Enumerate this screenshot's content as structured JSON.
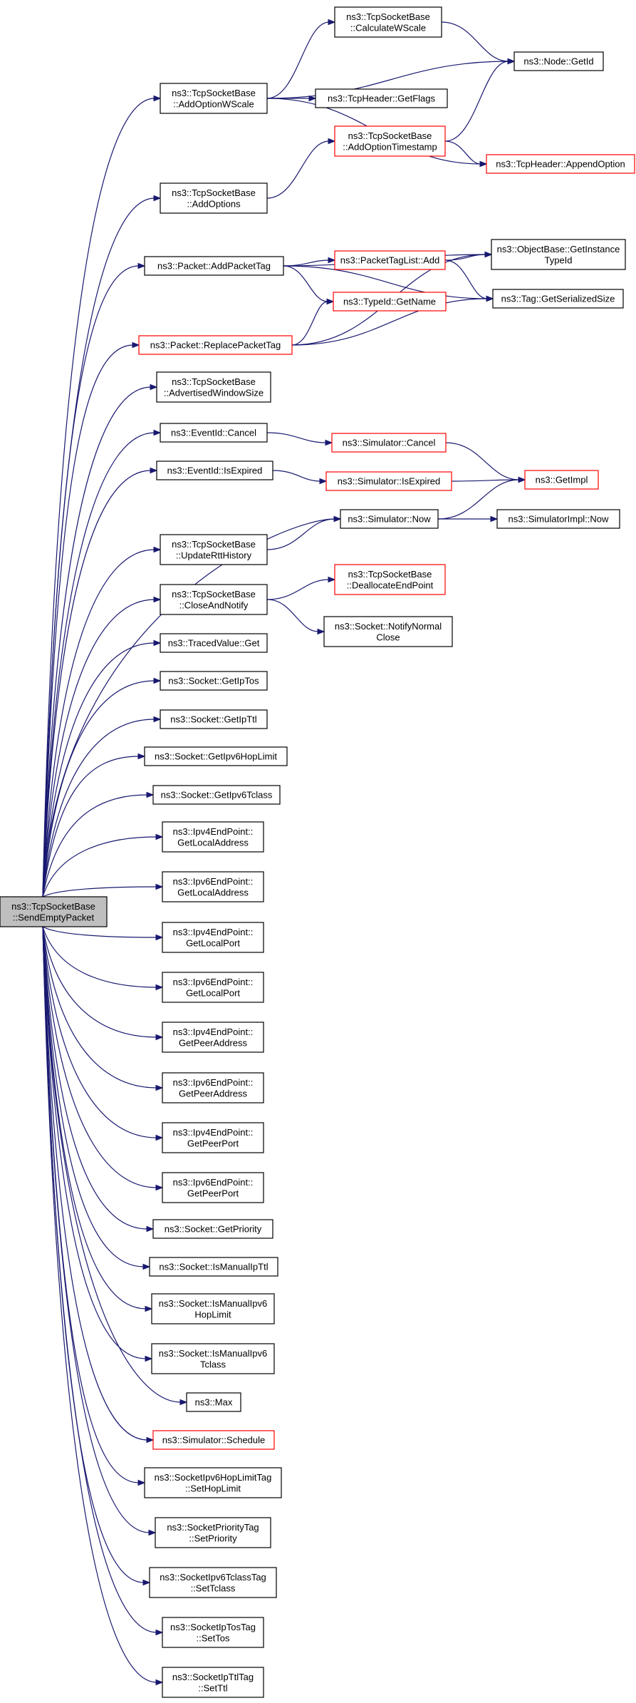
{
  "nodes": [
    {
      "id": "root",
      "lines": [
        "ns3::TcpSocketBase",
        "::SendEmptyPacket"
      ],
      "style": "root"
    },
    {
      "id": "addOptionWScale",
      "lines": [
        "ns3::TcpSocketBase",
        "::AddOptionWScale"
      ]
    },
    {
      "id": "calculateWScale",
      "lines": [
        "ns3::TcpSocketBase",
        "::CalculateWScale"
      ]
    },
    {
      "id": "nodeGetId",
      "lines": [
        "ns3::Node::GetId"
      ]
    },
    {
      "id": "getFlags",
      "lines": [
        "ns3::TcpHeader::GetFlags"
      ]
    },
    {
      "id": "addOptionTimestamp",
      "lines": [
        "ns3::TcpSocketBase",
        "::AddOptionTimestamp"
      ],
      "style": "red"
    },
    {
      "id": "appendOption",
      "lines": [
        "ns3::TcpHeader::AppendOption"
      ],
      "style": "red"
    },
    {
      "id": "addOptions",
      "lines": [
        "ns3::TcpSocketBase",
        "::AddOptions"
      ]
    },
    {
      "id": "addPacketTag",
      "lines": [
        "ns3::Packet::AddPacketTag"
      ]
    },
    {
      "id": "packetTagListAdd",
      "lines": [
        "ns3::PacketTagList::Add"
      ],
      "style": "red"
    },
    {
      "id": "getInstanceTypeId",
      "lines": [
        "ns3::ObjectBase::GetInstance",
        "TypeId"
      ]
    },
    {
      "id": "getSerializedSize",
      "lines": [
        "ns3::Tag::GetSerializedSize"
      ]
    },
    {
      "id": "replacePacketTag",
      "lines": [
        "ns3::Packet::ReplacePacketTag"
      ],
      "style": "red"
    },
    {
      "id": "typeIdGetName",
      "lines": [
        "ns3::TypeId::GetName"
      ],
      "style": "red"
    },
    {
      "id": "advertisedWindowSize",
      "lines": [
        "ns3::TcpSocketBase",
        "::AdvertisedWindowSize"
      ]
    },
    {
      "id": "eventIdCancel",
      "lines": [
        "ns3::EventId::Cancel"
      ]
    },
    {
      "id": "simulatorCancel",
      "lines": [
        "ns3::Simulator::Cancel"
      ],
      "style": "red"
    },
    {
      "id": "eventIdIsExpired",
      "lines": [
        "ns3::EventId::IsExpired"
      ]
    },
    {
      "id": "simulatorIsExpired",
      "lines": [
        "ns3::Simulator::IsExpired"
      ],
      "style": "red"
    },
    {
      "id": "getImpl",
      "lines": [
        "ns3::GetImpl"
      ],
      "style": "red"
    },
    {
      "id": "simulatorNow",
      "lines": [
        "ns3::Simulator::Now"
      ]
    },
    {
      "id": "simulatorImplNow",
      "lines": [
        "ns3::SimulatorImpl::Now"
      ]
    },
    {
      "id": "updateRttHistory",
      "lines": [
        "ns3::TcpSocketBase",
        "::UpdateRttHistory"
      ]
    },
    {
      "id": "closeAndNotify",
      "lines": [
        "ns3::TcpSocketBase",
        "::CloseAndNotify"
      ]
    },
    {
      "id": "deallocateEndPoint",
      "lines": [
        "ns3::TcpSocketBase",
        "::DeallocateEndPoint"
      ],
      "style": "red"
    },
    {
      "id": "notifyNormalClose",
      "lines": [
        "ns3::Socket::NotifyNormal",
        "Close"
      ]
    },
    {
      "id": "tracedValueGet",
      "lines": [
        "ns3::TracedValue::Get"
      ]
    },
    {
      "id": "getIpTos",
      "lines": [
        "ns3::Socket::GetIpTos"
      ]
    },
    {
      "id": "getIpTtl",
      "lines": [
        "ns3::Socket::GetIpTtl"
      ]
    },
    {
      "id": "getIpv6HopLimit",
      "lines": [
        "ns3::Socket::GetIpv6HopLimit"
      ]
    },
    {
      "id": "getIpv6Tclass",
      "lines": [
        "ns3::Socket::GetIpv6Tclass"
      ]
    },
    {
      "id": "ipv4GetLocalAddress",
      "lines": [
        "ns3::Ipv4EndPoint::",
        "GetLocalAddress"
      ]
    },
    {
      "id": "ipv6GetLocalAddress",
      "lines": [
        "ns3::Ipv6EndPoint::",
        "GetLocalAddress"
      ]
    },
    {
      "id": "ipv4GetLocalPort",
      "lines": [
        "ns3::Ipv4EndPoint::",
        "GetLocalPort"
      ]
    },
    {
      "id": "ipv6GetLocalPort",
      "lines": [
        "ns3::Ipv6EndPoint::",
        "GetLocalPort"
      ]
    },
    {
      "id": "ipv4GetPeerAddress",
      "lines": [
        "ns3::Ipv4EndPoint::",
        "GetPeerAddress"
      ]
    },
    {
      "id": "ipv6GetPeerAddress",
      "lines": [
        "ns3::Ipv6EndPoint::",
        "GetPeerAddress"
      ]
    },
    {
      "id": "ipv4GetPeerPort",
      "lines": [
        "ns3::Ipv4EndPoint::",
        "GetPeerPort"
      ]
    },
    {
      "id": "ipv6GetPeerPort",
      "lines": [
        "ns3::Ipv6EndPoint::",
        "GetPeerPort"
      ]
    },
    {
      "id": "getPriority",
      "lines": [
        "ns3::Socket::GetPriority"
      ]
    },
    {
      "id": "isManualIpTtl",
      "lines": [
        "ns3::Socket::IsManualIpTtl"
      ]
    },
    {
      "id": "isManualIpv6HopLimit",
      "lines": [
        "ns3::Socket::IsManualIpv6",
        "HopLimit"
      ]
    },
    {
      "id": "isManualIpv6Tclass",
      "lines": [
        "ns3::Socket::IsManualIpv6",
        "Tclass"
      ]
    },
    {
      "id": "max",
      "lines": [
        "ns3::Max"
      ]
    },
    {
      "id": "simulatorSchedule",
      "lines": [
        "ns3::Simulator::Schedule"
      ],
      "style": "red"
    },
    {
      "id": "setHopLimit",
      "lines": [
        "ns3::SocketIpv6HopLimitTag",
        "::SetHopLimit"
      ]
    },
    {
      "id": "setPriority",
      "lines": [
        "ns3::SocketPriorityTag",
        "::SetPriority"
      ]
    },
    {
      "id": "setTclass",
      "lines": [
        "ns3::SocketIpv6TclassTag",
        "::SetTclass"
      ]
    },
    {
      "id": "setTos",
      "lines": [
        "ns3::SocketIpTosTag",
        "::SetTos"
      ]
    },
    {
      "id": "setTtl",
      "lines": [
        "ns3::SocketIpTtlTag",
        "::SetTtl"
      ]
    }
  ],
  "edges": [
    [
      "root",
      "addOptionWScale"
    ],
    [
      "root",
      "addOptions"
    ],
    [
      "root",
      "addPacketTag"
    ],
    [
      "root",
      "replacePacketTag"
    ],
    [
      "root",
      "advertisedWindowSize"
    ],
    [
      "root",
      "eventIdCancel"
    ],
    [
      "root",
      "eventIdIsExpired"
    ],
    [
      "root",
      "simulatorNow"
    ],
    [
      "root",
      "updateRttHistory"
    ],
    [
      "root",
      "closeAndNotify"
    ],
    [
      "root",
      "tracedValueGet"
    ],
    [
      "root",
      "getIpTos"
    ],
    [
      "root",
      "getIpTtl"
    ],
    [
      "root",
      "getIpv6HopLimit"
    ],
    [
      "root",
      "getIpv6Tclass"
    ],
    [
      "root",
      "ipv4GetLocalAddress"
    ],
    [
      "root",
      "ipv6GetLocalAddress"
    ],
    [
      "root",
      "ipv4GetLocalPort"
    ],
    [
      "root",
      "ipv6GetLocalPort"
    ],
    [
      "root",
      "ipv4GetPeerAddress"
    ],
    [
      "root",
      "ipv6GetPeerAddress"
    ],
    [
      "root",
      "ipv4GetPeerPort"
    ],
    [
      "root",
      "ipv6GetPeerPort"
    ],
    [
      "root",
      "getPriority"
    ],
    [
      "root",
      "isManualIpTtl"
    ],
    [
      "root",
      "isManualIpv6HopLimit"
    ],
    [
      "root",
      "isManualIpv6Tclass"
    ],
    [
      "root",
      "max"
    ],
    [
      "root",
      "simulatorSchedule"
    ],
    [
      "root",
      "setHopLimit"
    ],
    [
      "root",
      "setPriority"
    ],
    [
      "root",
      "setTclass"
    ],
    [
      "root",
      "setTos"
    ],
    [
      "root",
      "setTtl"
    ],
    [
      "addOptionWScale",
      "calculateWScale"
    ],
    [
      "addOptionWScale",
      "nodeGetId"
    ],
    [
      "addOptionWScale",
      "getFlags"
    ],
    [
      "addOptionWScale",
      "appendOption"
    ],
    [
      "calculateWScale",
      "nodeGetId"
    ],
    [
      "addOptionTimestamp",
      "nodeGetId"
    ],
    [
      "addOptionTimestamp",
      "appendOption"
    ],
    [
      "addOptions",
      "addOptionTimestamp"
    ],
    [
      "addPacketTag",
      "getInstanceTypeId"
    ],
    [
      "addPacketTag",
      "packetTagListAdd"
    ],
    [
      "addPacketTag",
      "getSerializedSize"
    ],
    [
      "addPacketTag",
      "typeIdGetName"
    ],
    [
      "packetTagListAdd",
      "getInstanceTypeId"
    ],
    [
      "packetTagListAdd",
      "getSerializedSize"
    ],
    [
      "replacePacketTag",
      "typeIdGetName"
    ],
    [
      "replacePacketTag",
      "getInstanceTypeId"
    ],
    [
      "replacePacketTag",
      "getSerializedSize"
    ],
    [
      "eventIdCancel",
      "simulatorCancel"
    ],
    [
      "simulatorCancel",
      "getImpl"
    ],
    [
      "eventIdIsExpired",
      "simulatorIsExpired"
    ],
    [
      "simulatorIsExpired",
      "getImpl"
    ],
    [
      "simulatorNow",
      "getImpl"
    ],
    [
      "simulatorNow",
      "simulatorImplNow"
    ],
    [
      "updateRttHistory",
      "simulatorNow"
    ],
    [
      "closeAndNotify",
      "deallocateEndPoint"
    ],
    [
      "closeAndNotify",
      "notifyNormalClose"
    ]
  ]
}
